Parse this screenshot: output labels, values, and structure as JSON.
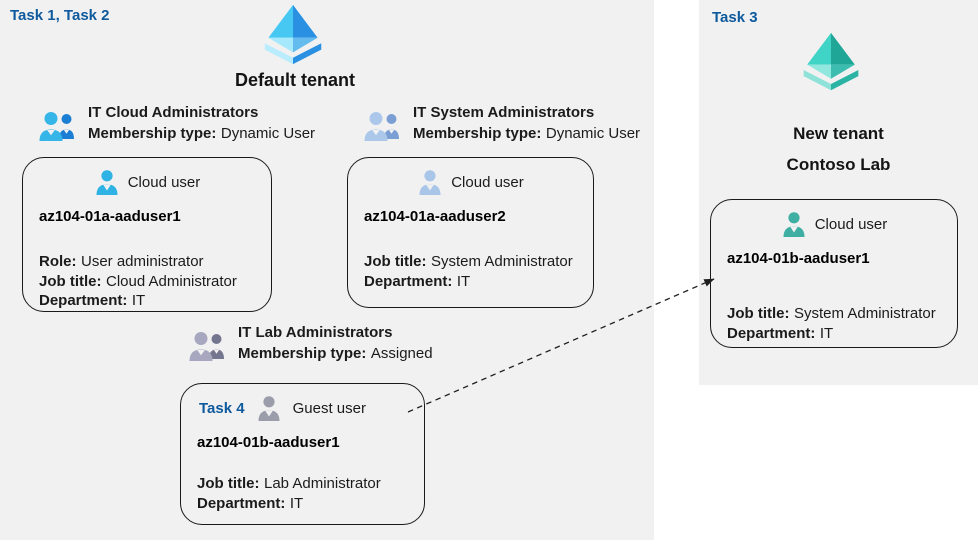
{
  "colors": {
    "task_blue": "#0e5a9d",
    "panel_bg": "#f1f1f2",
    "card_border": "#1a1a1a",
    "tenant_icon_blue": "#2a90e2",
    "tenant_icon_teal": "#2bb3a3",
    "cloud_user_cyan": "#2fb2e4",
    "cloud_user_steel": "#a9c6e8",
    "guest_user_gray": "#9b9dab",
    "cloud_user_teal": "#3fafa4"
  },
  "left_panel": {
    "task_label": "Task 1, Task 2",
    "tenant_icon": "azure-ad-tenant-icon-blue",
    "tenant_name": "Default tenant",
    "groups": [
      {
        "icon": "user-group-icon-blue",
        "title": "IT Cloud Administrators",
        "membership_label": "Membership type:",
        "membership_value": "Dynamic User"
      },
      {
        "icon": "user-group-icon-steel",
        "title": "IT System Administrators",
        "membership_label": "Membership type:",
        "membership_value": "Dynamic User"
      },
      {
        "icon": "user-group-icon-gray",
        "title": "IT Lab Administrators",
        "membership_label": "Membership type:",
        "membership_value": "Assigned"
      }
    ],
    "cards": [
      {
        "icon": "cloud-user-icon-cyan",
        "user_type": "Cloud user",
        "username": "az104-01a-aaduser1",
        "fields": [
          {
            "label": "Role:",
            "value": "User administrator"
          },
          {
            "label": "Job title:",
            "value": "Cloud Administrator"
          },
          {
            "label": "Department:",
            "value": "IT"
          }
        ]
      },
      {
        "icon": "cloud-user-icon-steel",
        "user_type": "Cloud user",
        "username": "az104-01a-aaduser2",
        "fields": [
          {
            "label": "Job title:",
            "value": "System Administrator"
          },
          {
            "label": "Department:",
            "value": "IT"
          }
        ]
      },
      {
        "task_label": "Task 4",
        "icon": "guest-user-icon-gray",
        "user_type": "Guest user",
        "username": "az104-01b-aaduser1",
        "fields": [
          {
            "label": "Job title:",
            "value": "Lab Administrator"
          },
          {
            "label": "Department:",
            "value": "IT"
          }
        ]
      }
    ]
  },
  "right_panel": {
    "task_label": "Task 3",
    "tenant_icon": "azure-ad-tenant-icon-teal",
    "tenant_name_line1": "New tenant",
    "tenant_name_line2": "Contoso Lab",
    "card": {
      "icon": "cloud-user-icon-teal",
      "user_type": "Cloud user",
      "username": "az104-01b-aaduser1",
      "fields": [
        {
          "label": "Job title:",
          "value": "System Administrator"
        },
        {
          "label": "Department:",
          "value": "IT"
        }
      ]
    }
  }
}
